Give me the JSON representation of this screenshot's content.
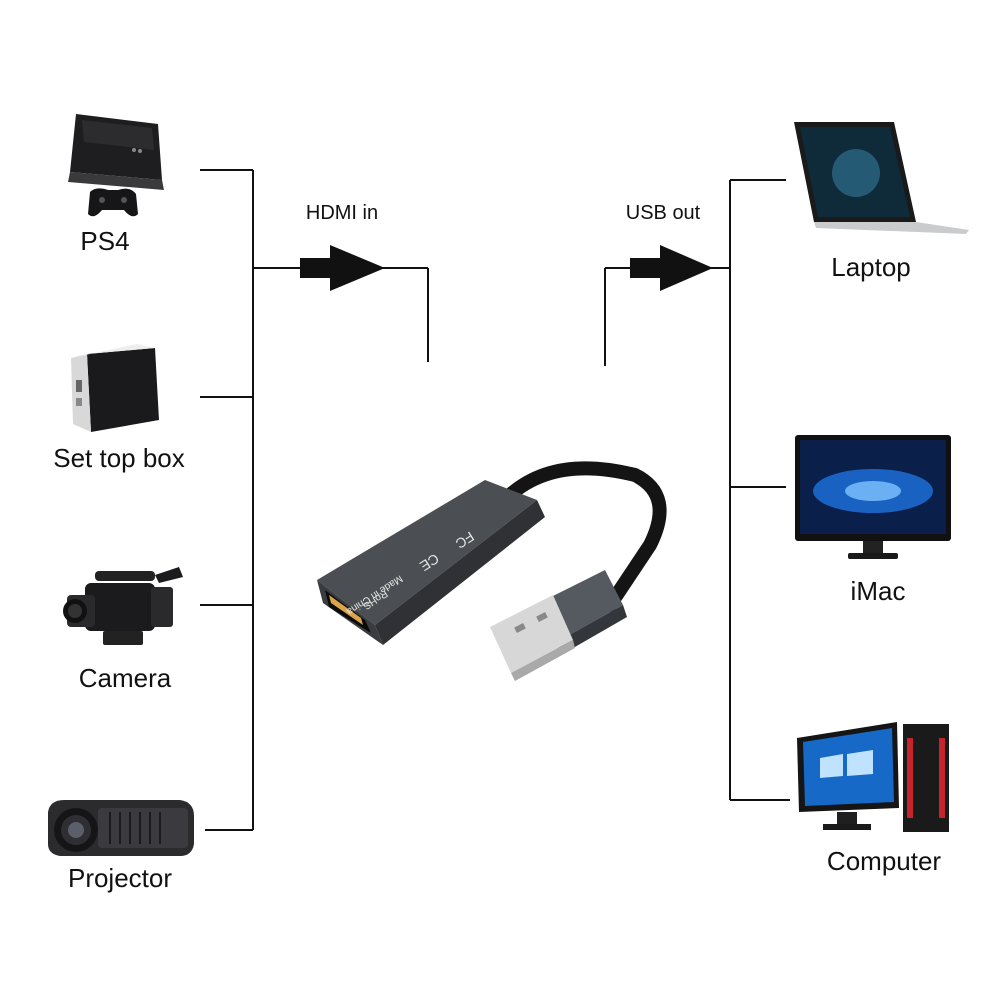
{
  "flow": {
    "hdmi_in": "HDMI in",
    "usb_out": "USB out"
  },
  "inputs": [
    {
      "id": "ps4",
      "label": "PS4",
      "icon": "game-console-icon"
    },
    {
      "id": "set-top-box",
      "label": "Set top box",
      "icon": "set-top-box-icon"
    },
    {
      "id": "camera",
      "label": "Camera",
      "icon": "camcorder-icon"
    },
    {
      "id": "projector",
      "label": "Projector",
      "icon": "projector-icon"
    }
  ],
  "outputs": [
    {
      "id": "laptop",
      "label": "Laptop",
      "icon": "laptop-icon"
    },
    {
      "id": "imac",
      "label": "iMac",
      "icon": "imac-icon"
    },
    {
      "id": "computer",
      "label": "Computer",
      "icon": "desktop-computer-icon"
    }
  ],
  "adapter": {
    "icon": "hdmi-usb-capture-card-icon",
    "markings": [
      "Made in China",
      "RoHS",
      "CE",
      "FC"
    ]
  },
  "colors": {
    "line": "#111111",
    "device_dark": "#1c1c1e",
    "adapter_body": "#55585c",
    "screen_blue": "#1d6fd6"
  }
}
